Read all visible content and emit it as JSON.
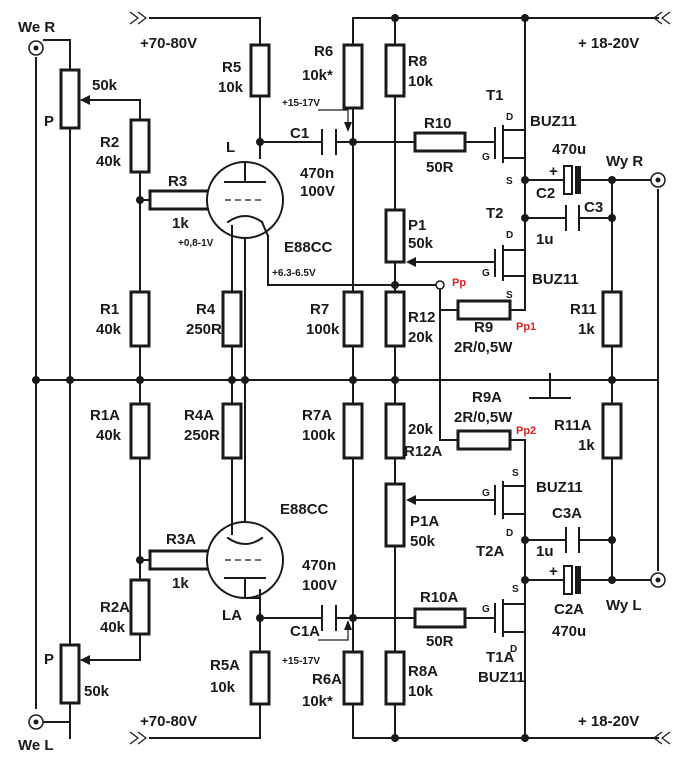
{
  "rails": {
    "hv_top": "+70-80V",
    "hv_bottom": "+70-80V",
    "lv_top": "+ 18-20V",
    "lv_bottom": "+ 18-20V"
  },
  "io": {
    "in_r": "We R",
    "in_l": "We L",
    "out_r": "Wy R",
    "out_l": "Wy L"
  },
  "pots": {
    "p_top": "P",
    "p_top_val": "50k",
    "p_bot": "P",
    "p_bot_val": "50k"
  },
  "top": {
    "r5": "R5",
    "r5v": "10k",
    "r6": "R6",
    "r6v": "10k*",
    "r6_note": "+15-17V",
    "r8": "R8",
    "r8v": "10k",
    "r2": "R2",
    "r2v": "40k",
    "r3": "R3",
    "r3v": "1k",
    "r1": "R1",
    "r1v": "40k",
    "r4": "R4",
    "r4v": "250R",
    "r7": "R7",
    "r7v": "100k",
    "r12": "R12",
    "r12v": "20k",
    "r9": "R9",
    "r9v": "2R/0,5W",
    "r10": "R10",
    "r10v": "50R",
    "r11": "R11",
    "r11v": "1k",
    "p1": "P1",
    "p1v": "50k",
    "c1": "C1",
    "c1v": "470n",
    "c1v2": "100V",
    "c2": "C2",
    "c2v": "470u",
    "c3": "C3",
    "c3v": "1u",
    "tube": "L",
    "tube_type": "E88CC",
    "grid_bias": "+0,8-1V",
    "cathode_v": "+6.3-6.5V",
    "t1": "T1",
    "t1_type": "BUZ11",
    "t2": "T2",
    "t2_type": "BUZ11",
    "pp": "Pp",
    "pp1": "Pp1"
  },
  "bottom": {
    "r5a": "R5A",
    "r5av": "10k",
    "r6a": "R6A",
    "r6av": "10k*",
    "r6a_note": "+15-17V",
    "r8a": "R8A",
    "r8av": "10k",
    "r2a": "R2A",
    "r2av": "40k",
    "r3a": "R3A",
    "r3av": "1k",
    "r1a": "R1A",
    "r1av": "40k",
    "r4a": "R4A",
    "r4av": "250R",
    "r7a": "R7A",
    "r7av": "100k",
    "r12a": "R12A",
    "r12av": "20k",
    "r9a": "R9A",
    "r9av": "2R/0,5W",
    "r10a": "R10A",
    "r10av": "50R",
    "r11a": "R11A",
    "r11av": "1k",
    "p1a": "P1A",
    "p1av": "50k",
    "c1a": "C1A",
    "c1av": "470n",
    "c1av2": "100V",
    "c2a": "C2A",
    "c2av": "470u",
    "c3a": "C3A",
    "c3av": "1u",
    "tube": "LA",
    "tube_type": "E88CC",
    "t1a": "T1A",
    "t1a_type": "BUZ11",
    "t2a": "T2A",
    "t2a_type": "BUZ11",
    "pp2": "Pp2"
  },
  "pins": {
    "d": "D",
    "g": "G",
    "s": "S",
    "plus": "+"
  }
}
